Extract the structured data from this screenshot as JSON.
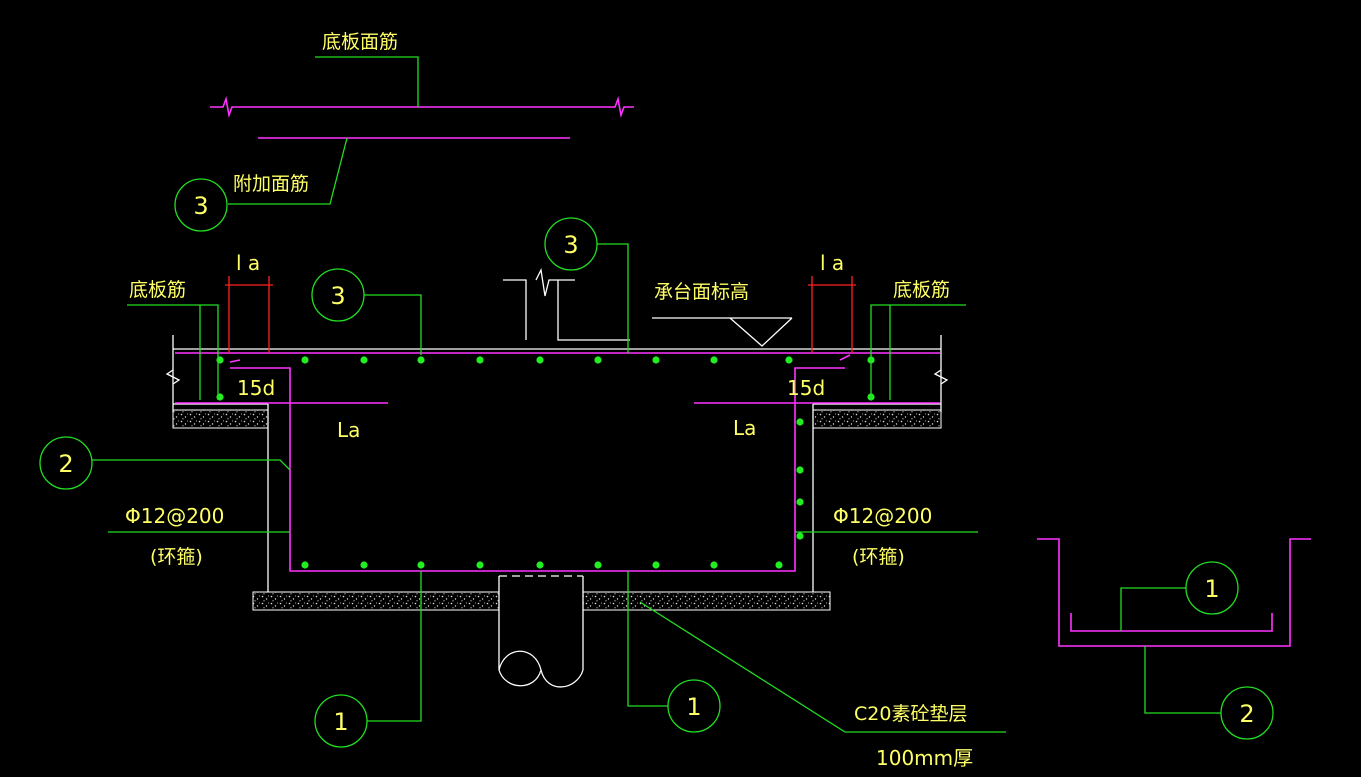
{
  "labels": {
    "top_bar": "底板面筋",
    "extra_bar": "附加面筋",
    "bottom_bar_left": "底板筋",
    "bottom_bar_right": "底板筋",
    "cap_elevation": "承台面标高",
    "la_top_left": "l a",
    "la_top_right": "l a",
    "d15_left": "15d",
    "d15_right": "15d",
    "la_left": "La",
    "la_right": "La",
    "stirrup_left": "Φ12@200",
    "stirrup_left_note": "(环箍)",
    "stirrup_right": "Φ12@200",
    "stirrup_right_note": "(环箍)",
    "cushion": "C20素砼垫层",
    "cushion_thickness": "100mm厚"
  },
  "callouts": {
    "c1": "3",
    "c2": "3",
    "c3": "3",
    "c4": "2",
    "c5": "1",
    "c6": "1",
    "c7": "1",
    "c8": "2"
  },
  "colors": {
    "background": "#000000",
    "text": "#ffff66",
    "rebar": "#ff33ff",
    "leader": "#22dd22",
    "outline": "#ffffff",
    "dimension": "#ff2222"
  }
}
